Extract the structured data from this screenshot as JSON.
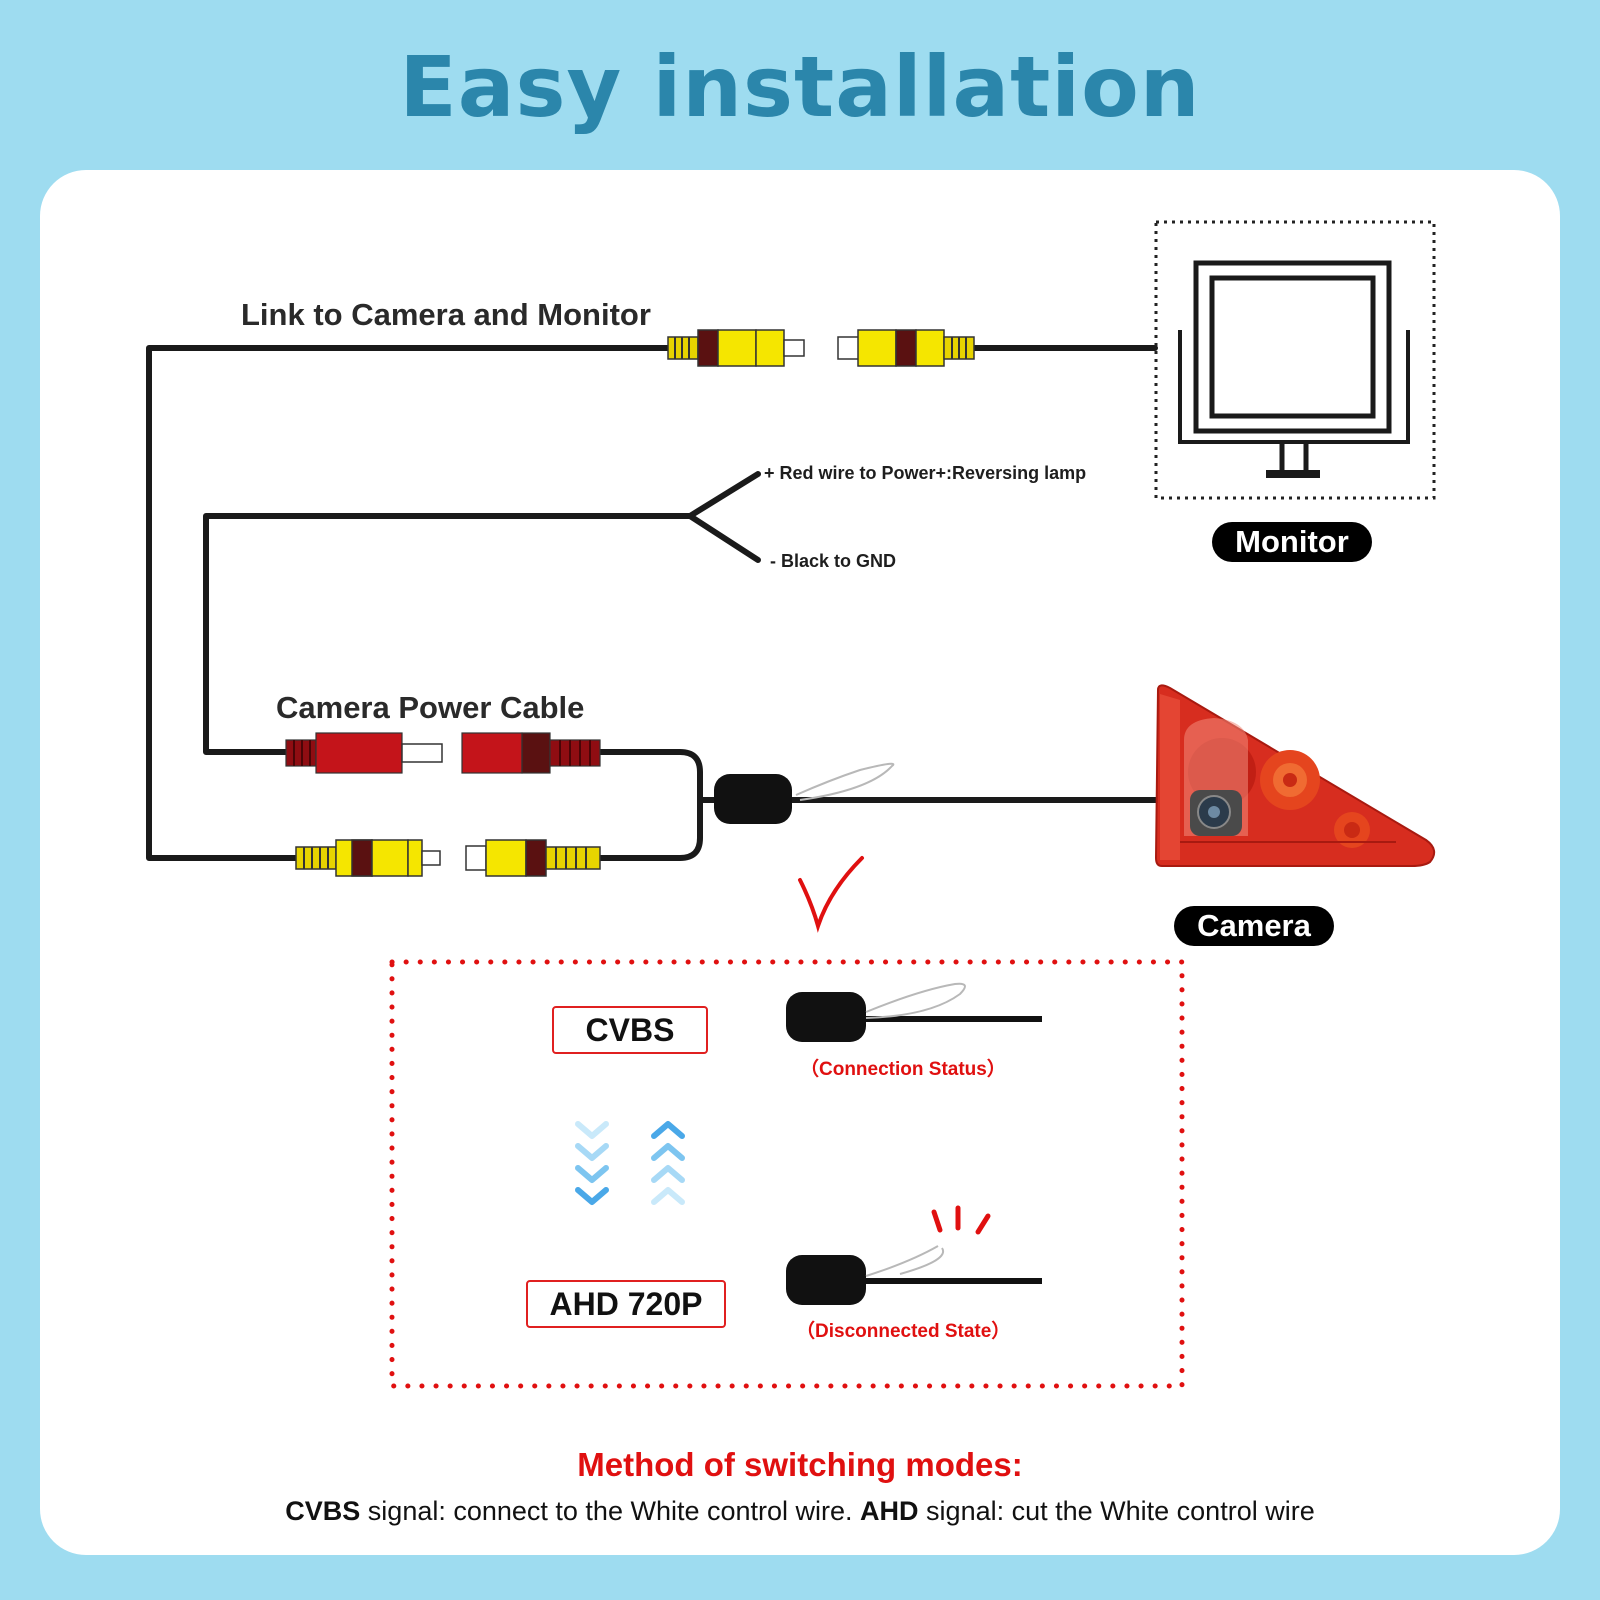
{
  "title": "Easy installation",
  "labels": {
    "link": "Link to Camera and Monitor",
    "red_wire": "+ Red wire to Power+:Reversing lamp",
    "black_wire": "- Black to GND",
    "power_cable": "Camera Power Cable",
    "monitor": "Monitor",
    "camera": "Camera"
  },
  "modes": {
    "cvbs": {
      "label": "CVBS",
      "status": "（Connection Status）"
    },
    "ahd": {
      "label": "AHD 720P",
      "status": "（Disconnected State）"
    }
  },
  "method": {
    "title": "Method of switching modes:",
    "cvbs_term": "CVBS",
    "cvbs_text": " signal: connect to the White control wire. ",
    "ahd_term": "AHD",
    "ahd_text": " signal: cut the White control wire"
  },
  "colors": {
    "background": "#9edcf0",
    "title": "#2b86ab",
    "accent_red": "#e01010",
    "rca_yellow": "#f5e600",
    "power_red": "#c4141a"
  },
  "icons": [
    "monitor-icon",
    "camera-icon",
    "checkmark-icon",
    "chevron-down-icon",
    "chevron-up-icon",
    "rca-connector-icon",
    "power-connector-icon"
  ]
}
